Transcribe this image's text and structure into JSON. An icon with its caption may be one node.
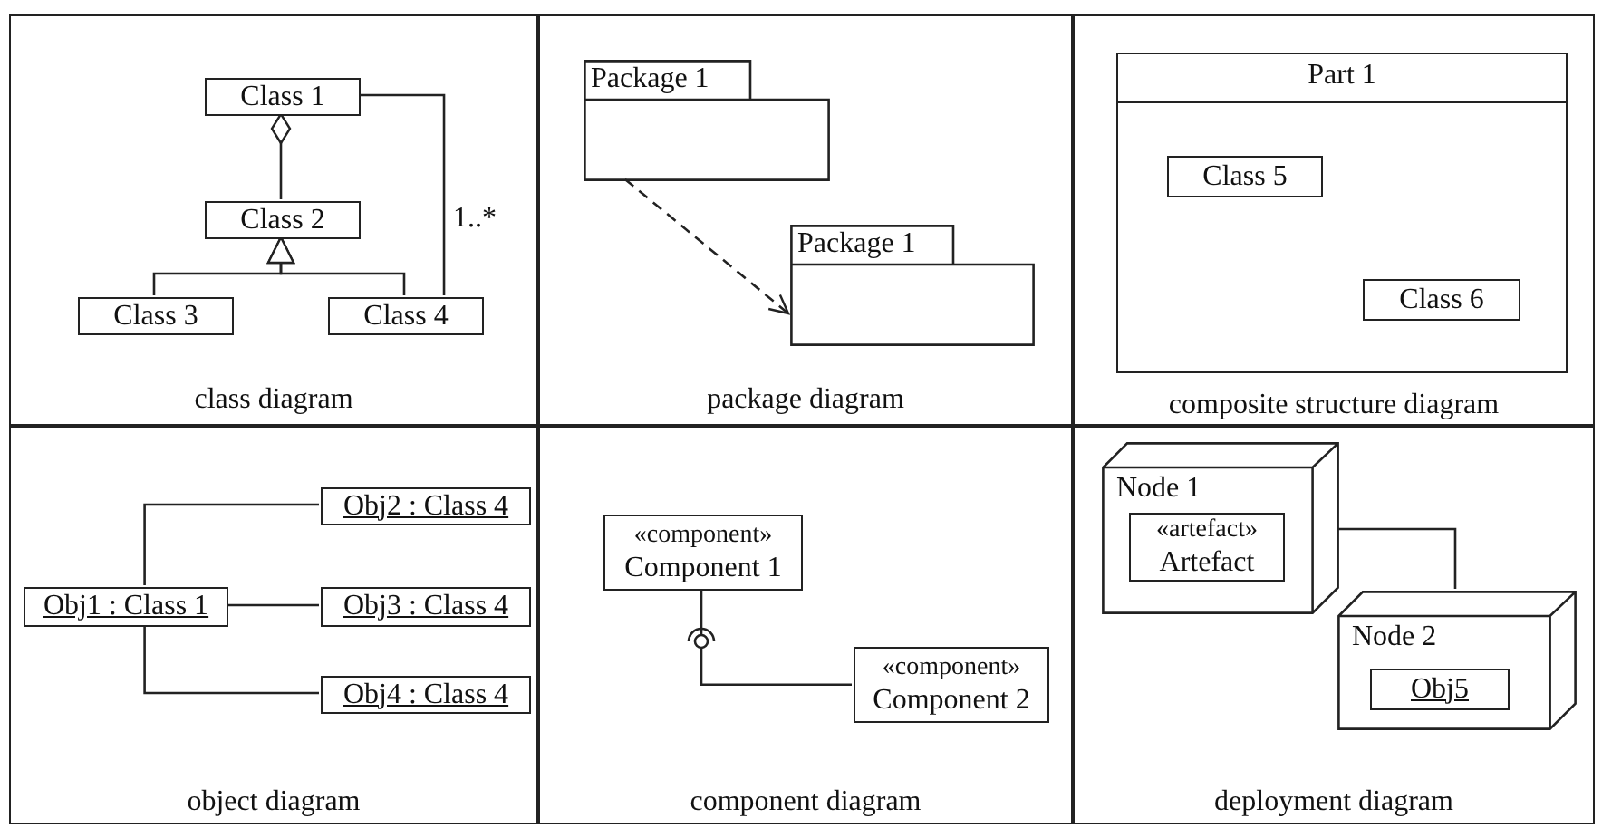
{
  "diagram": {
    "nodes": [
      {
        "text": [
          "class diagram"
        ]
      },
      {
        "text": [
          "Class 1"
        ],
        "in": 0
      },
      {
        "text": [
          "Class 2"
        ],
        "in": 0
      },
      {
        "text": [
          "Class 3"
        ],
        "in": 0
      },
      {
        "text": [
          "Class 4"
        ],
        "in": 0
      },
      {
        "text": [
          "package diagram"
        ]
      },
      {
        "text": [
          "Package 1"
        ],
        "in": 5
      },
      {
        "text": [
          "Package 1"
        ],
        "in": 5
      },
      {
        "text": [
          "composite structure diagram"
        ]
      },
      {
        "text": [
          "Part 1"
        ],
        "in": 8
      },
      {
        "text": [
          "Class 5"
        ],
        "in": 9
      },
      {
        "text": [
          "Class 6"
        ],
        "in": 9
      },
      {
        "text": [
          "object diagram"
        ]
      },
      {
        "text": [
          "Obj1 : Class 1"
        ],
        "in": 12
      },
      {
        "text": [
          "Obj2 : Class 4"
        ],
        "in": 12
      },
      {
        "text": [
          "Obj3 : Class 4"
        ],
        "in": 12
      },
      {
        "text": [
          "Obj4 : Class 4"
        ],
        "in": 12
      },
      {
        "text": [
          "component diagram"
        ]
      },
      {
        "text": [
          "«component»",
          "Component 1"
        ],
        "in": 17
      },
      {
        "text": [
          "«component»",
          "Component 2"
        ],
        "in": 17
      },
      {
        "text": [
          "deployment diagram"
        ]
      },
      {
        "text": [
          "Node 1"
        ],
        "in": 20
      },
      {
        "text": [
          "«artefact»",
          "Artefact"
        ],
        "in": 21
      },
      {
        "text": [
          "Node 2"
        ],
        "in": 20
      },
      {
        "text": [
          "Obj5"
        ],
        "in": 23
      }
    ],
    "edges": [
      {
        "from": 2,
        "to": 1,
        "arrow": "other"
      },
      {
        "from": 3,
        "to": 2,
        "arrow": "to"
      },
      {
        "from": 4,
        "to": 2,
        "arrow": "to"
      },
      {
        "from": 1,
        "to": 4,
        "arrow": "none",
        "label": "1..*"
      },
      {
        "from": 6,
        "to": 7,
        "arrow": "to",
        "style": "dashed"
      },
      {
        "from": 13,
        "to": 14,
        "arrow": "none"
      },
      {
        "from": 13,
        "to": 15,
        "arrow": "none"
      },
      {
        "from": 13,
        "to": 16,
        "arrow": "none"
      },
      {
        "from": 18,
        "to": 19,
        "arrow": "none"
      },
      {
        "from": 21,
        "to": 23,
        "arrow": "none"
      }
    ]
  }
}
